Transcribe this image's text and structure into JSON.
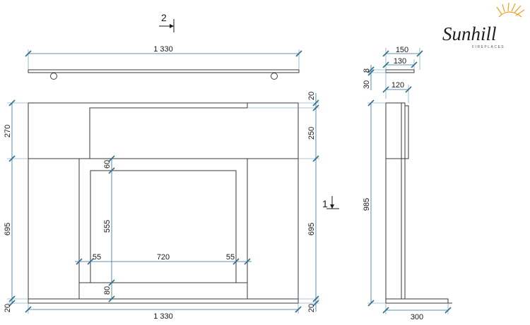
{
  "logo": {
    "name": "Sunhill",
    "sub": "FIREPLACES",
    "sun_color": "#e8a21a"
  },
  "section_markers": {
    "m1": "1",
    "m2": "2"
  },
  "dimensions": {
    "shelf_width": "1 330",
    "base_width": "1 330",
    "frieze_height_left": "270",
    "frieze_height_right": "250",
    "top_step_right": "20",
    "leg_height_left": "695",
    "leg_height_right": "695",
    "base_height_left": "20",
    "base_height_right": "20",
    "opening_top": "60",
    "opening_height": "555",
    "opening_bottom": "80",
    "side_left": "55",
    "opening_width": "720",
    "side_right": "55",
    "shelf_depth": "150",
    "shelf_inner": "130",
    "shelf_thickness": "8",
    "gap_30": "30",
    "body_depth": "120",
    "total_height_side": "985",
    "base_depth": "300"
  },
  "colors": {
    "dimension_line": "#2f6f92",
    "outline": "#3a3a3a"
  }
}
